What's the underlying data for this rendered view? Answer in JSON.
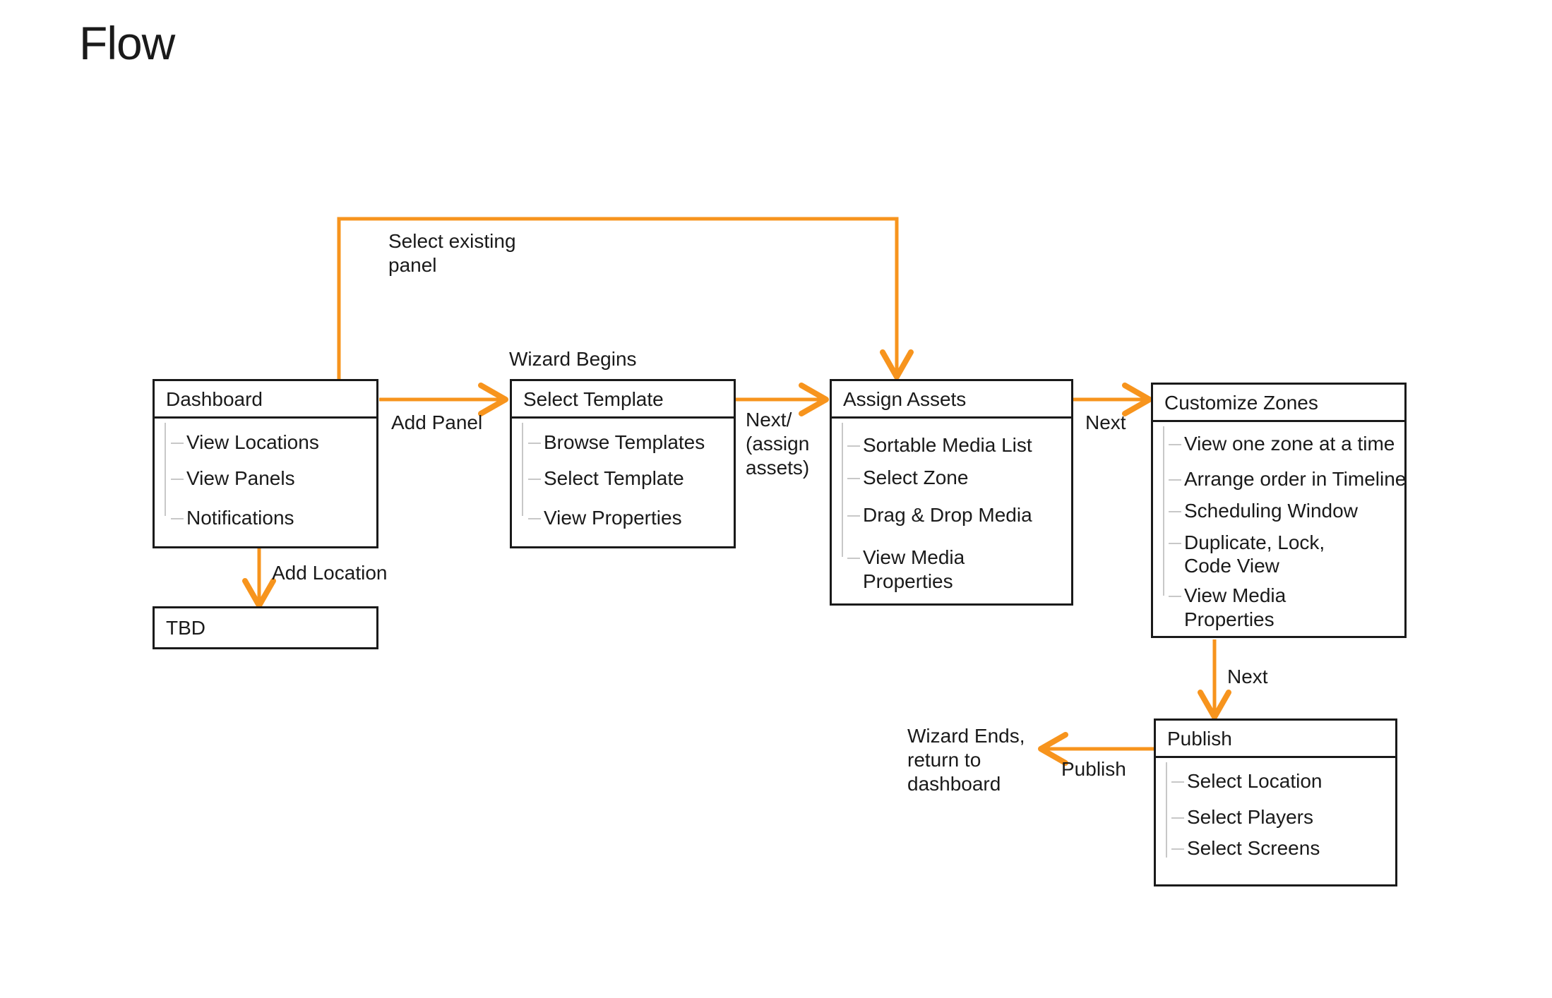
{
  "title": "Flow",
  "boxes": {
    "dashboard": {
      "title": "Dashboard",
      "items": [
        "View Locations",
        "View Panels",
        "Notifications"
      ]
    },
    "tbd": {
      "title": "TBD"
    },
    "select_template": {
      "title": "Select Template",
      "items": [
        "Browse Templates",
        "Select Template",
        "View Properties"
      ]
    },
    "assign_assets": {
      "title": "Assign Assets",
      "items": [
        "Sortable Media List",
        "Select Zone",
        "Drag & Drop Media",
        "View Media",
        "Properties"
      ]
    },
    "customize_zones": {
      "title": "Customize Zones",
      "items": [
        "View one zone at a time",
        "Arrange order in Timeline",
        "Scheduling Window",
        "Duplicate, Lock,",
        "Code View",
        "View Media",
        "Properties"
      ]
    },
    "publish": {
      "title": "Publish",
      "items": [
        "Select Location",
        "Select Players",
        "Select Screens"
      ]
    }
  },
  "labels": {
    "select_existing_1": "Select existing",
    "select_existing_2": "panel",
    "wizard_begins": "Wizard Begins",
    "add_panel": "Add Panel",
    "add_location": "Add Location",
    "next_assign_1": "Next/",
    "next_assign_2": "(assign",
    "next_assign_3": "assets)",
    "next_1": "Next",
    "next_2": "Next",
    "publish_edge": "Publish",
    "wizard_ends_1": "Wizard Ends,",
    "wizard_ends_2": "return to",
    "wizard_ends_3": "dashboard"
  },
  "colors": {
    "arrow": "#f7941d",
    "border": "#1a1a1a",
    "tree": "#c8c8c8"
  }
}
